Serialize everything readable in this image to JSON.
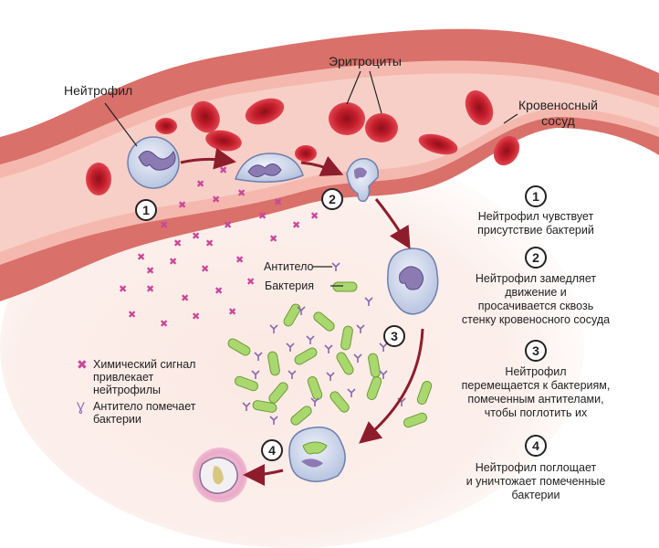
{
  "labels": {
    "neutrophil": "Нейтрофил",
    "erythrocytes": "Эритроциты",
    "vessel_line1": "Кровеносный",
    "vessel_line2": "сосуд",
    "antibody": "Антитело",
    "bacterium": "Бактерия"
  },
  "legend": {
    "chemical_line1": "Химический сигнал",
    "chemical_line2": "привлекает",
    "chemical_line3": "нейтрофилы",
    "antibody_line1": "Антитело помечает",
    "antibody_line2": "бактерии"
  },
  "steps": [
    {
      "num": "1",
      "lines": [
        "Нейтрофил чувствует",
        "присутствие бактерий"
      ]
    },
    {
      "num": "2",
      "lines": [
        "Нейтрофил замедляет",
        "движение и",
        "просачивается сквозь",
        "стенку кровеносного сосуда"
      ]
    },
    {
      "num": "3",
      "lines": [
        "Нейтрофил",
        "перемещается к бактериям,",
        "помеченным антителами,",
        "чтобы поглотить их"
      ]
    },
    {
      "num": "4",
      "lines": [
        "Нейтрофил поглощает",
        "и уничтожает помеченные",
        "бактерии"
      ]
    }
  ],
  "colors": {
    "vessel_wall": "#d9706a",
    "vessel_inner": "#e9a59b",
    "tissue": "#f9e6e0",
    "rbc": "#c41e2c",
    "rbc_dark": "#8e0f1a",
    "neutrophil_body": "#d7dff0",
    "neutrophil_nucleus": "#8c7ab3",
    "bacterium": "#a9d86e",
    "chemical": "#c9479a",
    "arrow": "#8e1d2c"
  }
}
